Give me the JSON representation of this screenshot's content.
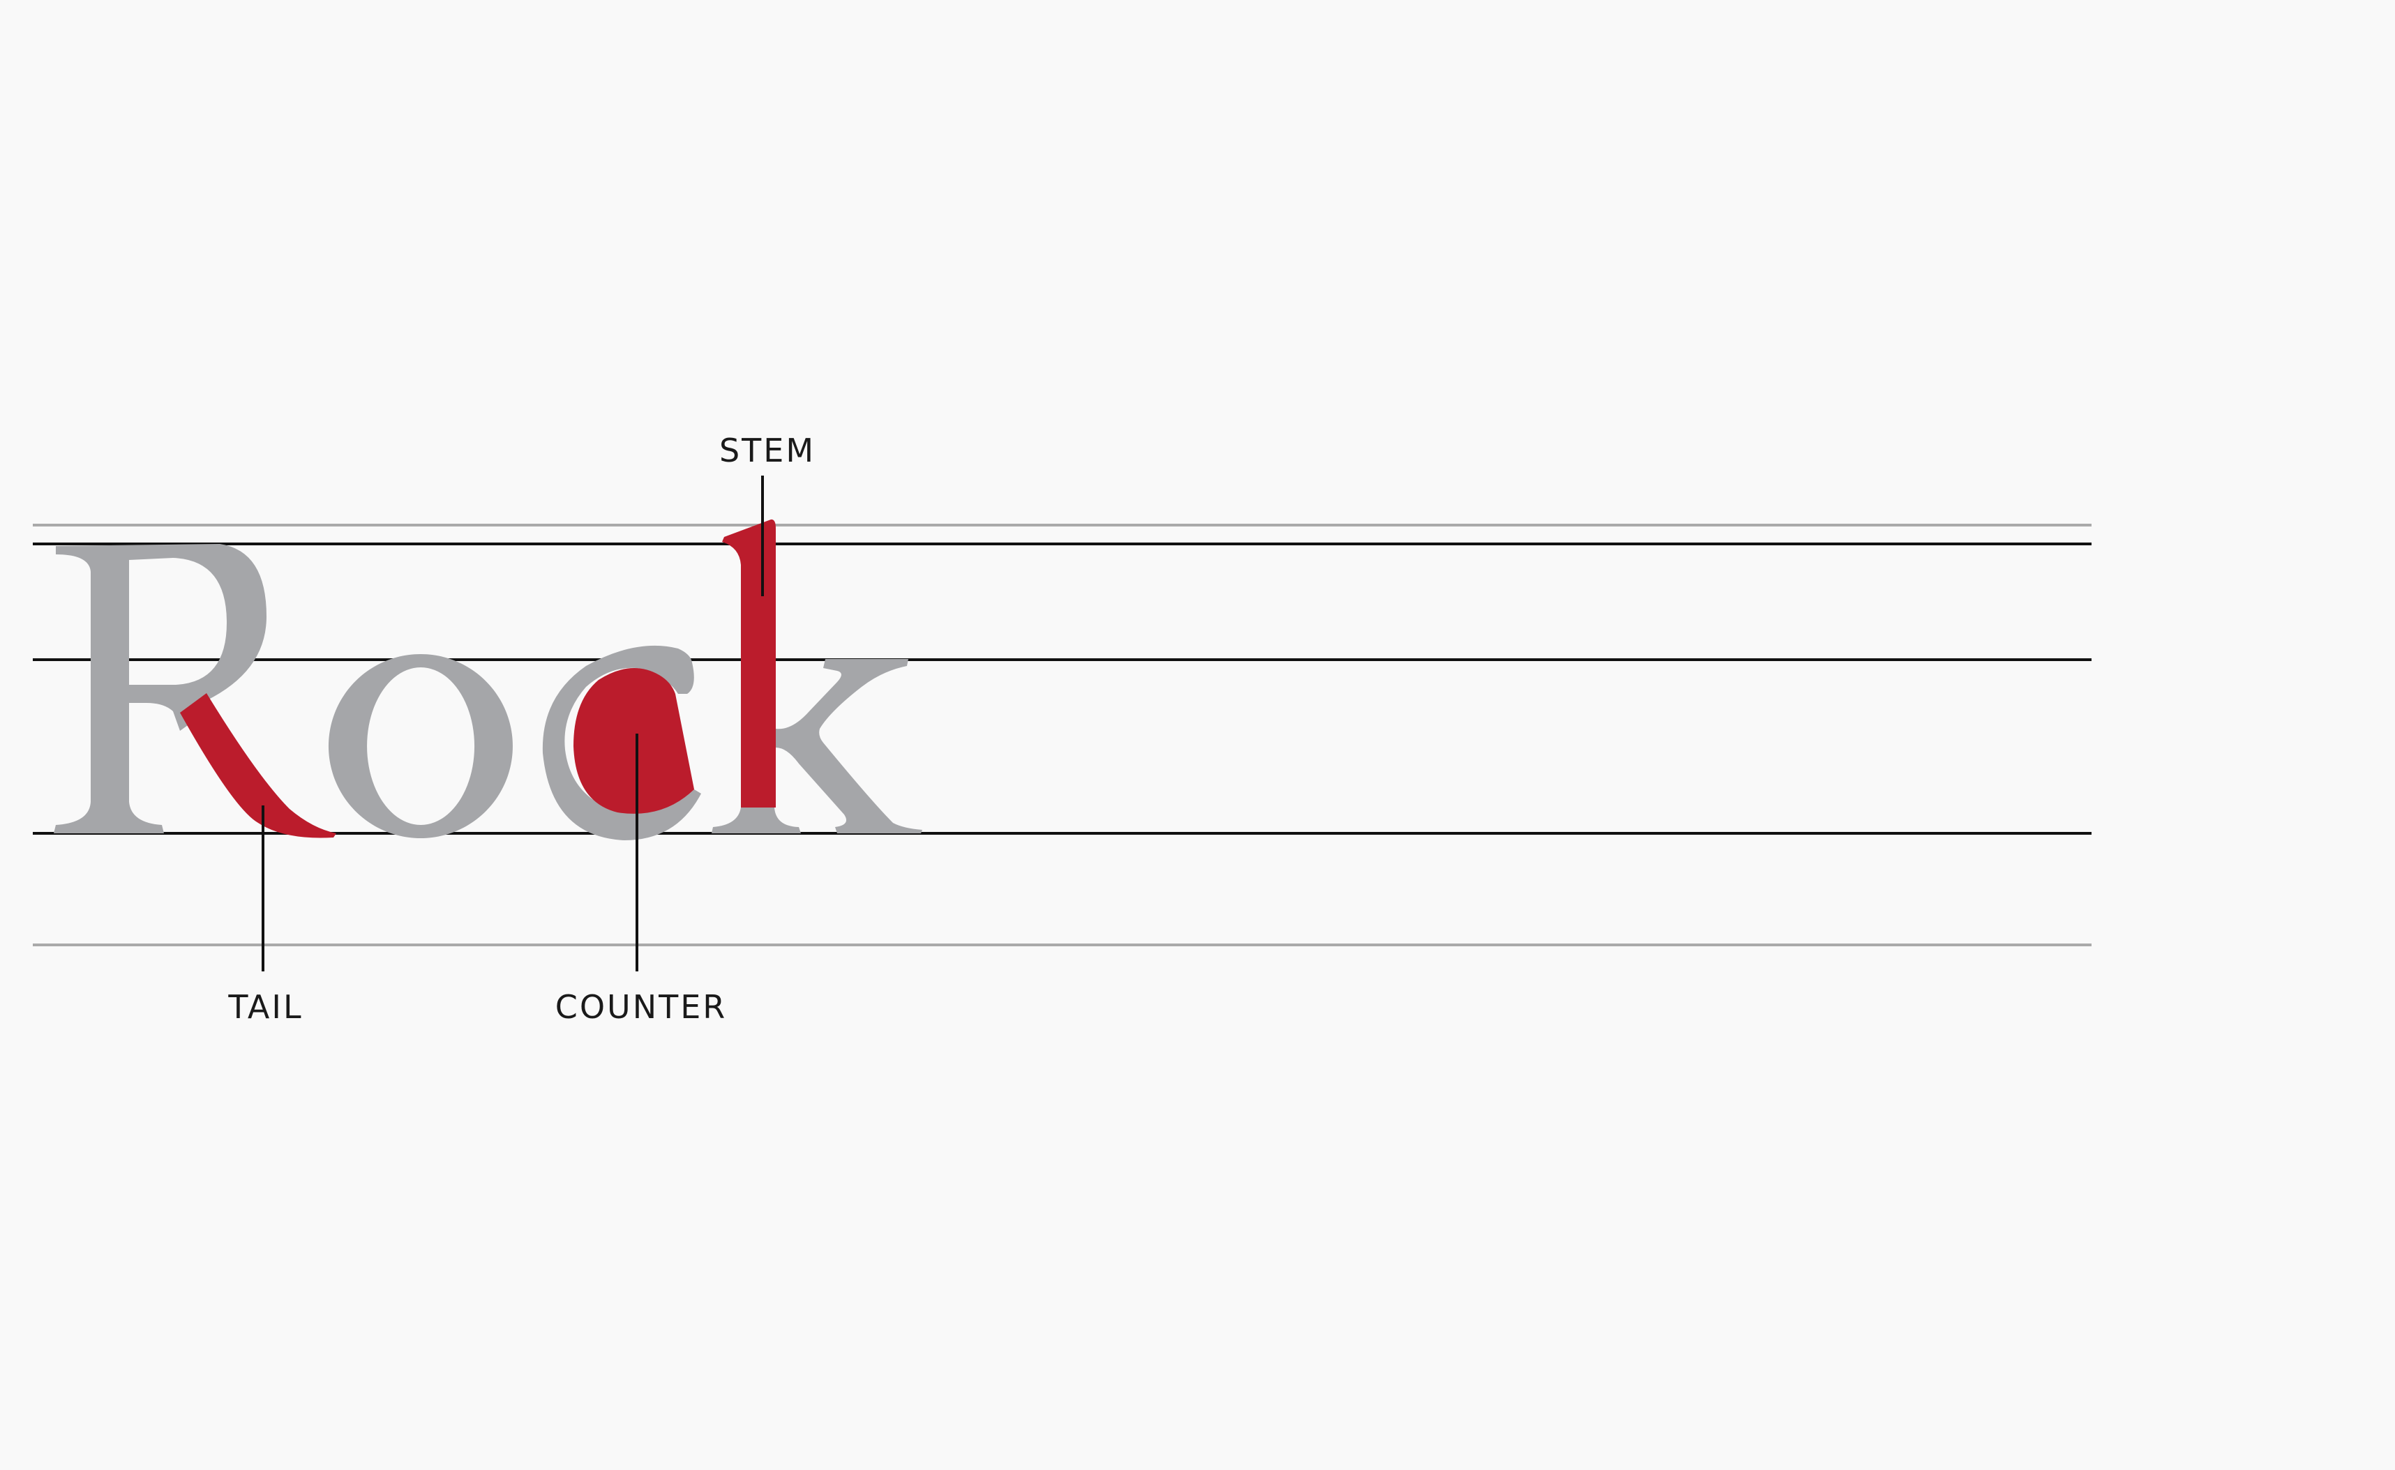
{
  "word": "Rock",
  "colors": {
    "background": "#f9f9f9",
    "letters": "#a5a6a9",
    "highlight": "#bb1c2c",
    "guideline": "#111111",
    "outer_guideline": "#aaaaaa"
  },
  "labels": {
    "stem": "STEM",
    "tail": "TAIL",
    "counter": "COUNTER"
  }
}
